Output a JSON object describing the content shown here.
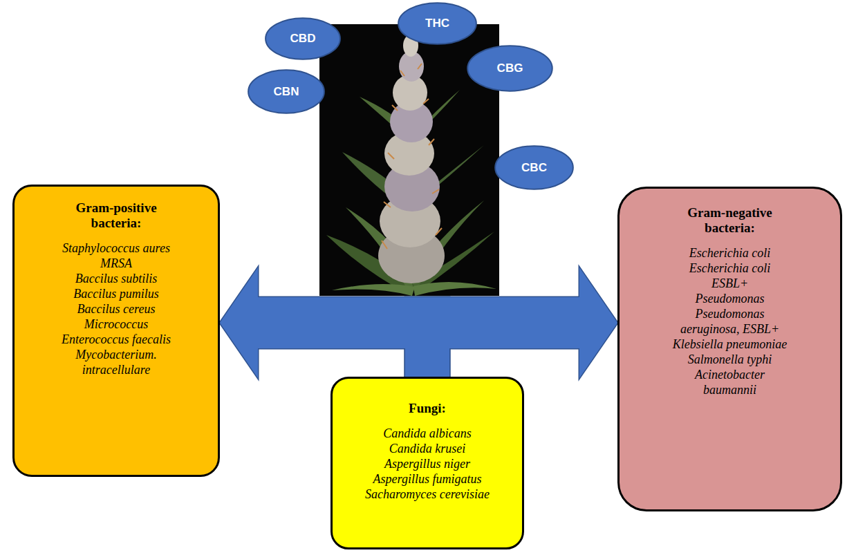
{
  "diagram": {
    "nodes": [
      {
        "text": [
          "THC"
        ]
      },
      {
        "text": [
          "CBD"
        ]
      },
      {
        "text": [
          "CBG"
        ]
      },
      {
        "text": [
          "CBN"
        ]
      },
      {
        "text": [
          "CBC"
        ]
      },
      {
        "text": [
          "Gram-positive bacteria:",
          "Staphylococcus aures",
          "MRSA",
          "Baccilus subtilis",
          "Baccilus pumilus",
          "Baccilus cereus",
          "Micrococcus",
          "Enterococcus faecalis",
          "Mycobacterium. intracellulare"
        ]
      },
      {
        "text": [
          "Gram-negative bacteria:",
          "Escherichia coli",
          "Escherichia coli ESBL+",
          "Pseudomonas",
          "Pseudomonas aeruginosa, ESBL+",
          "Klebsiella pneumoniae",
          "Salmonella typhi",
          "Acinetobacter baumannii"
        ]
      },
      {
        "text": [
          "Fungi:",
          "Candida albicans",
          "Candida krusei",
          "Aspergillus niger",
          "Aspergillus fumigatus",
          "Sacharomyces cerevisiae"
        ]
      }
    ],
    "edges": [
      {
        "from": 7,
        "to": 5,
        "arrow": "to"
      },
      {
        "from": 7,
        "to": 6,
        "arrow": "to"
      }
    ]
  }
}
